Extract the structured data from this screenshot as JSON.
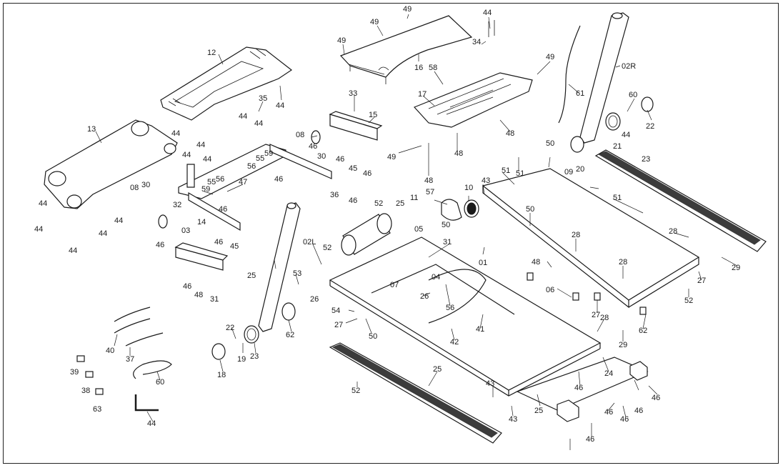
{
  "callouts": [
    {
      "id": "c01",
      "text": "49"
    },
    {
      "id": "c02",
      "text": "49"
    },
    {
      "id": "c03",
      "text": "49"
    },
    {
      "id": "c04",
      "text": "16"
    },
    {
      "id": "c05",
      "text": "44"
    },
    {
      "id": "c06",
      "text": "34"
    },
    {
      "id": "c07",
      "text": "49"
    },
    {
      "id": "c08",
      "text": "58"
    },
    {
      "id": "c09",
      "text": "17"
    },
    {
      "id": "c10",
      "text": "48"
    },
    {
      "id": "c11",
      "text": "48"
    },
    {
      "id": "c12",
      "text": "49"
    },
    {
      "id": "c13",
      "text": "48"
    },
    {
      "id": "c14",
      "text": "61"
    },
    {
      "id": "c15",
      "text": "02R"
    },
    {
      "id": "c16",
      "text": "60"
    },
    {
      "id": "c17",
      "text": "22"
    },
    {
      "id": "c18",
      "text": "44"
    },
    {
      "id": "c19",
      "text": "21"
    },
    {
      "id": "c20",
      "text": "20"
    },
    {
      "id": "c21",
      "text": "50"
    },
    {
      "id": "c22",
      "text": "09"
    },
    {
      "id": "c23",
      "text": "23"
    },
    {
      "id": "c24",
      "text": "12"
    },
    {
      "id": "c25",
      "text": "35"
    },
    {
      "id": "c26",
      "text": "44"
    },
    {
      "id": "c27",
      "text": "33"
    },
    {
      "id": "c28",
      "text": "15"
    },
    {
      "id": "c29",
      "text": "13"
    },
    {
      "id": "c30",
      "text": "44"
    },
    {
      "id": "c31",
      "text": "44"
    },
    {
      "id": "c32",
      "text": "44"
    },
    {
      "id": "c33",
      "text": "08"
    },
    {
      "id": "c34",
      "text": "46"
    },
    {
      "id": "c35",
      "text": "30"
    },
    {
      "id": "c36",
      "text": "55"
    },
    {
      "id": "c37",
      "text": "59"
    },
    {
      "id": "c38",
      "text": "56"
    },
    {
      "id": "c39",
      "text": "46"
    },
    {
      "id": "c40",
      "text": "46"
    },
    {
      "id": "c41",
      "text": "45"
    },
    {
      "id": "c42",
      "text": "46"
    },
    {
      "id": "c43",
      "text": "44"
    },
    {
      "id": "c44",
      "text": "44"
    },
    {
      "id": "c45",
      "text": "44"
    },
    {
      "id": "c46",
      "text": "56"
    },
    {
      "id": "c47",
      "text": "55"
    },
    {
      "id": "c48",
      "text": "59"
    },
    {
      "id": "c49",
      "text": "47"
    },
    {
      "id": "c50",
      "text": "46"
    },
    {
      "id": "c51",
      "text": "44"
    },
    {
      "id": "c52",
      "text": "44"
    },
    {
      "id": "c53",
      "text": "44"
    },
    {
      "id": "c54",
      "text": "44"
    },
    {
      "id": "c55",
      "text": "44"
    },
    {
      "id": "c56",
      "text": "08"
    },
    {
      "id": "c57",
      "text": "30"
    },
    {
      "id": "c58",
      "text": "32"
    },
    {
      "id": "c59",
      "text": "46"
    },
    {
      "id": "c60",
      "text": "14"
    },
    {
      "id": "c61",
      "text": "03"
    },
    {
      "id": "c62",
      "text": "46"
    },
    {
      "id": "c63",
      "text": "45"
    },
    {
      "id": "c64",
      "text": "46"
    },
    {
      "id": "c65",
      "text": "48"
    },
    {
      "id": "c66",
      "text": "31"
    },
    {
      "id": "c67",
      "text": "36"
    },
    {
      "id": "c68",
      "text": "46"
    },
    {
      "id": "c69",
      "text": "52"
    },
    {
      "id": "c70",
      "text": "25"
    },
    {
      "id": "c71",
      "text": "57"
    },
    {
      "id": "c72",
      "text": "11"
    },
    {
      "id": "c73",
      "text": "05"
    },
    {
      "id": "c74",
      "text": "50"
    },
    {
      "id": "c75",
      "text": "10"
    },
    {
      "id": "c76",
      "text": "43"
    },
    {
      "id": "c77",
      "text": "51"
    },
    {
      "id": "c78",
      "text": "51"
    },
    {
      "id": "c79",
      "text": "51"
    },
    {
      "id": "c80",
      "text": "50"
    },
    {
      "id": "c81",
      "text": "28"
    },
    {
      "id": "c82",
      "text": "28"
    },
    {
      "id": "c83",
      "text": "01"
    },
    {
      "id": "c84",
      "text": "48"
    },
    {
      "id": "c85",
      "text": "31"
    },
    {
      "id": "c86",
      "text": "02L"
    },
    {
      "id": "c87",
      "text": "52"
    },
    {
      "id": "c88",
      "text": "25"
    },
    {
      "id": "c89",
      "text": "53"
    },
    {
      "id": "c90",
      "text": "26"
    },
    {
      "id": "c91",
      "text": "07"
    },
    {
      "id": "c92",
      "text": "04"
    },
    {
      "id": "c93",
      "text": "26"
    },
    {
      "id": "c94",
      "text": "56"
    },
    {
      "id": "c95",
      "text": "54"
    },
    {
      "id": "c96",
      "text": "27"
    },
    {
      "id": "c97",
      "text": "50"
    },
    {
      "id": "c98",
      "text": "06"
    },
    {
      "id": "c99",
      "text": "28"
    },
    {
      "id": "c100",
      "text": "27"
    },
    {
      "id": "c101",
      "text": "52"
    },
    {
      "id": "c102",
      "text": "27"
    },
    {
      "id": "c103",
      "text": "28"
    },
    {
      "id": "c104",
      "text": "62"
    },
    {
      "id": "c105",
      "text": "29"
    },
    {
      "id": "c106",
      "text": "29"
    },
    {
      "id": "c107",
      "text": "41"
    },
    {
      "id": "c108",
      "text": "42"
    },
    {
      "id": "c109",
      "text": "40"
    },
    {
      "id": "c110",
      "text": "37"
    },
    {
      "id": "c111",
      "text": "39"
    },
    {
      "id": "c112",
      "text": "38"
    },
    {
      "id": "c113",
      "text": "63"
    },
    {
      "id": "c114",
      "text": "60"
    },
    {
      "id": "c115",
      "text": "44"
    },
    {
      "id": "c116",
      "text": "22"
    },
    {
      "id": "c117",
      "text": "19"
    },
    {
      "id": "c118",
      "text": "18"
    },
    {
      "id": "c119",
      "text": "23"
    },
    {
      "id": "c120",
      "text": "62"
    },
    {
      "id": "c121",
      "text": "52"
    },
    {
      "id": "c122",
      "text": "25"
    },
    {
      "id": "c123",
      "text": "43"
    },
    {
      "id": "c124",
      "text": "43"
    },
    {
      "id": "c125",
      "text": "25"
    },
    {
      "id": "c126",
      "text": "24"
    },
    {
      "id": "c127",
      "text": "46"
    },
    {
      "id": "c128",
      "text": "46"
    },
    {
      "id": "c129",
      "text": "46"
    },
    {
      "id": "c130",
      "text": "46"
    },
    {
      "id": "c131",
      "text": "46"
    },
    {
      "id": "c132",
      "text": "46"
    }
  ]
}
